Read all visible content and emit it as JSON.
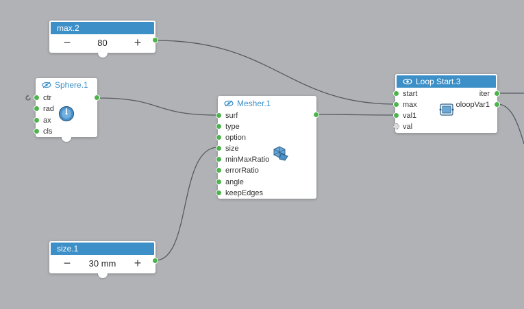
{
  "nodes": {
    "max2": {
      "title": "max.2",
      "value": "80",
      "minus": "−",
      "plus": "+"
    },
    "sphere1": {
      "title": "Sphere.1",
      "inputs": [
        "ctr",
        "rad",
        "ax",
        "cls"
      ]
    },
    "mesher1": {
      "title": "Mesher.1",
      "inputs": [
        "surf",
        "type",
        "option",
        "size",
        "minMaxRatio",
        "errorRatio",
        "angle",
        "keepEdges"
      ]
    },
    "size1": {
      "title": "size.1",
      "value": "30 mm",
      "minus": "−",
      "plus": "+"
    },
    "loopstart3": {
      "title": "Loop Start.3",
      "inputs": [
        "start",
        "max",
        "val1",
        "val"
      ],
      "outputs": [
        "iter",
        "oloopVar1"
      ]
    }
  },
  "colors": {
    "canvas": "#b1b2b6",
    "header": "#3c8fc7",
    "port": "#4db34d",
    "wire": "#555a5e"
  },
  "icons": {
    "sphere": "sphere-gauge-icon",
    "mesher": "mesher-puzzle-icon",
    "loop": "loop-icon",
    "eye": "eye-icon"
  }
}
